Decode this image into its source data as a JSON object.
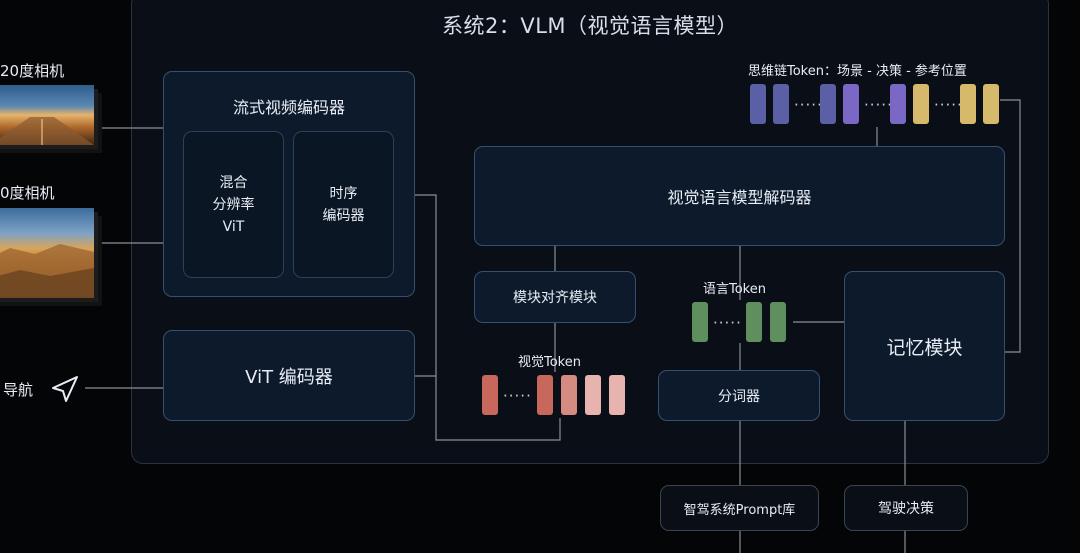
{
  "title": "系统2：VLM（视觉语言模型）",
  "cameras": [
    {
      "label": "20度相机"
    },
    {
      "label": "0度相机"
    }
  ],
  "navigation": {
    "label": "导航",
    "icon": "navigation-arrow-icon"
  },
  "blocks": {
    "streaming_video_encoder": "流式视频编码器",
    "mixed_resolution_vit": "混合\n分辨率\nViT",
    "temporal_encoder": "时序\n编码器",
    "vit_encoder": "ViT 编码器",
    "vlm_decoder": "视觉语言模型解码器",
    "alignment_module": "模块对齐模块",
    "tokenizer": "分词器",
    "memory_module": "记忆模块",
    "prompt_library": "智驾系统Prompt库",
    "driving_decision": "驾驶决策"
  },
  "token_labels": {
    "cot": "思维链Token：场景 - 决策 - 参考位置",
    "language": "语言Token",
    "visual": "视觉Token"
  },
  "token_colors": {
    "scene": "#5b5fa6",
    "decision": "#7a68c4",
    "position": "#d6b96a",
    "language": "#5f8f5e",
    "visual_dark": "#c8675c",
    "visual_light": "#e6b3ae"
  }
}
